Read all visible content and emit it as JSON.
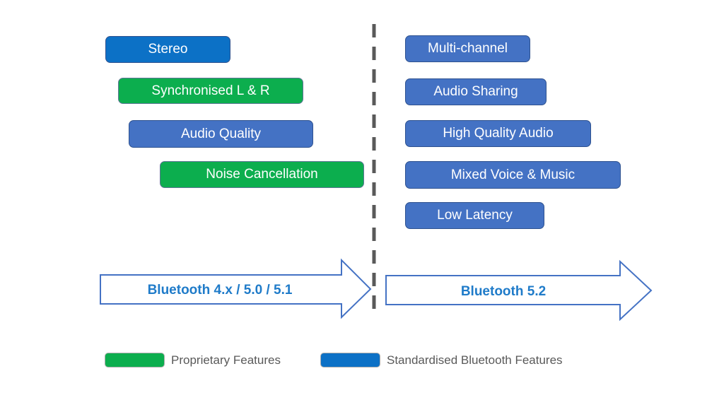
{
  "pills_left": [
    {
      "label": "Stereo",
      "category": "standardised",
      "color": "#0C71C6"
    },
    {
      "label": "Synchronised L & R",
      "category": "proprietary",
      "color": "#0CAE4E"
    },
    {
      "label": "Audio Quality",
      "category": "standardised",
      "color": "#4472C4"
    },
    {
      "label": "Noise Cancellation",
      "category": "proprietary",
      "color": "#0CAE4E"
    }
  ],
  "pills_right": [
    {
      "label": "Multi-channel",
      "category": "standardised",
      "color": "#4472C4"
    },
    {
      "label": "Audio Sharing",
      "category": "standardised",
      "color": "#4472C4"
    },
    {
      "label": "High Quality Audio",
      "category": "standardised",
      "color": "#4472C4"
    },
    {
      "label": "Mixed Voice & Music",
      "category": "standardised",
      "color": "#4472C4"
    },
    {
      "label": "Low Latency",
      "category": "standardised",
      "color": "#4472C4"
    }
  ],
  "arrows": {
    "left_label": "Bluetooth 4.x / 5.0 / 5.1",
    "right_label": "Bluetooth 5.2",
    "text_color": "#1F7BC9",
    "border_color": "#4472C4",
    "fill_color": "#FFFFFF"
  },
  "divider": {
    "style": "dashed-vertical",
    "color": "#595959"
  },
  "legend": {
    "proprietary": {
      "label": "Proprietary Features",
      "color": "#0CAE4E"
    },
    "standardised": {
      "label": "Standardised Bluetooth Features",
      "color": "#0C71C6"
    },
    "text_color": "#595959"
  }
}
